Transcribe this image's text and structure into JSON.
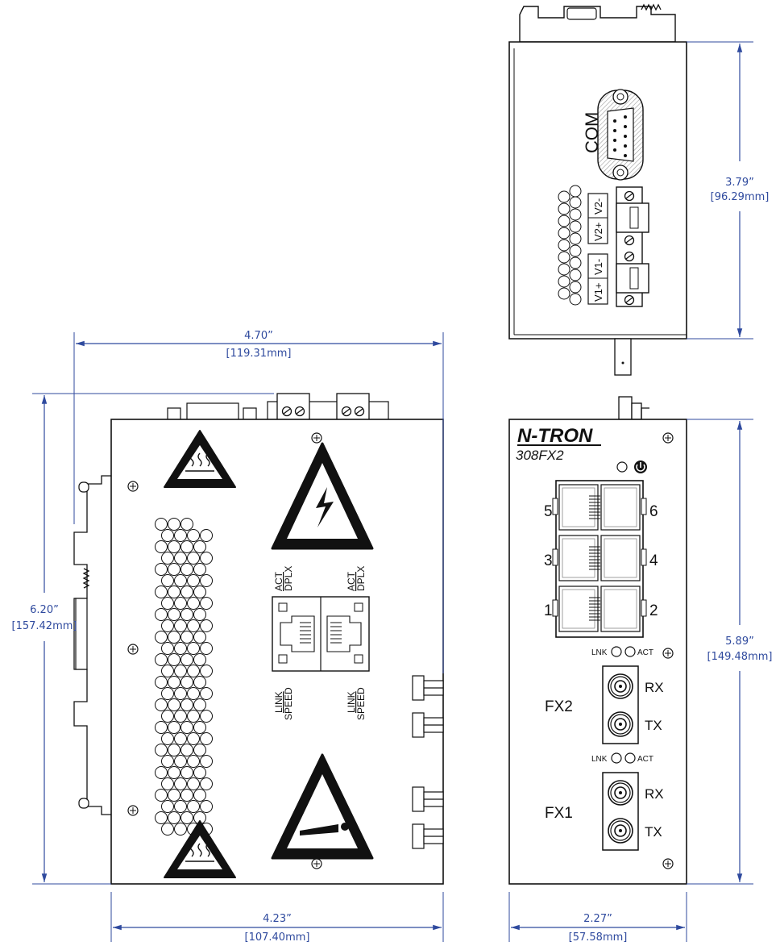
{
  "colors": {
    "dimension": "#2f4a9e",
    "outline": "#111111",
    "fill": "#ffffff",
    "hatch": "#9a9a9a"
  },
  "top_view": {
    "com_label": "COM",
    "terminal_labels": [
      {
        "plus": "V2+",
        "minus": "V2-"
      },
      {
        "plus": "V1+",
        "minus": "V1-"
      }
    ],
    "height_in": "3.79”",
    "height_mm": "[96.29mm]"
  },
  "side_view": {
    "width_in": "4.70”",
    "width_mm": "[119.31mm]",
    "height_in": "6.20”",
    "height_mm": "[157.42mm]",
    "body_width_in": "4.23”",
    "body_width_mm": "[107.40mm]",
    "port_labels": {
      "act": "ACT",
      "dplx": "DPLX",
      "link": "LINK",
      "speed": "SPEED"
    }
  },
  "front_view": {
    "brand": "N-TRON",
    "model": "308FX2",
    "ports": [
      "5",
      "6",
      "3",
      "4",
      "1",
      "2"
    ],
    "led_labels": {
      "lnk": "LNK",
      "act": "ACT"
    },
    "fx2_label": "FX2",
    "fx1_label": "FX1",
    "rx": "RX",
    "tx": "TX",
    "height_in": "5.89”",
    "height_mm": "[149.48mm]",
    "width_in": "2.27”",
    "width_mm": "[57.58mm]"
  }
}
